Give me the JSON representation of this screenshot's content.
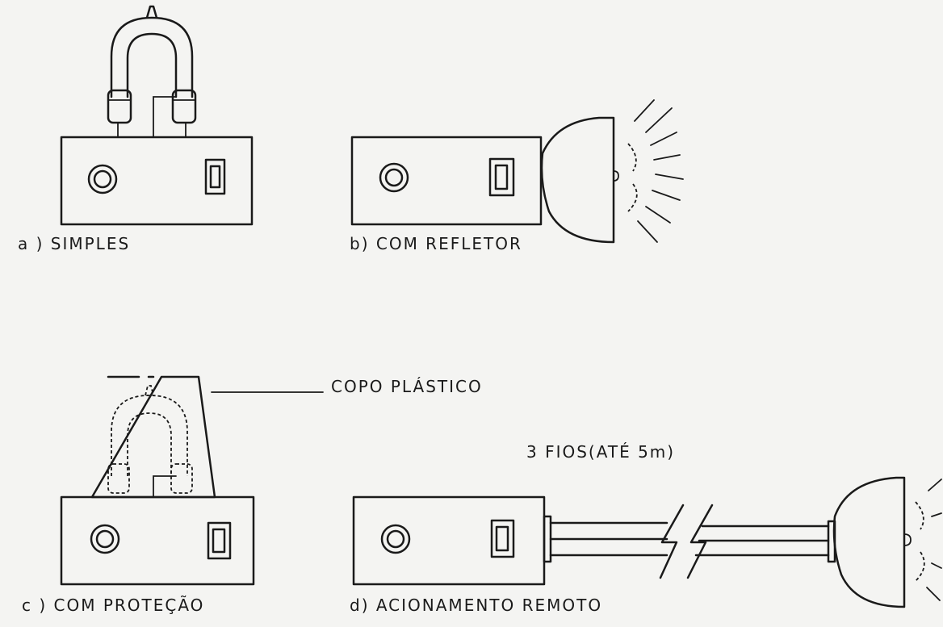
{
  "labels": {
    "a": "a )   SIMPLES",
    "b": "b) COM REFLETOR",
    "c": "c ) COM PROTEÇÃO",
    "d": "d) ACIONAMENTO  REMOTO",
    "copo": "COPO PLÁSTICO",
    "fios": "3 FIOS(ATÉ 5m)"
  },
  "colors": {
    "ink": "#1a1a1a",
    "paper": "#f4f4f2"
  }
}
